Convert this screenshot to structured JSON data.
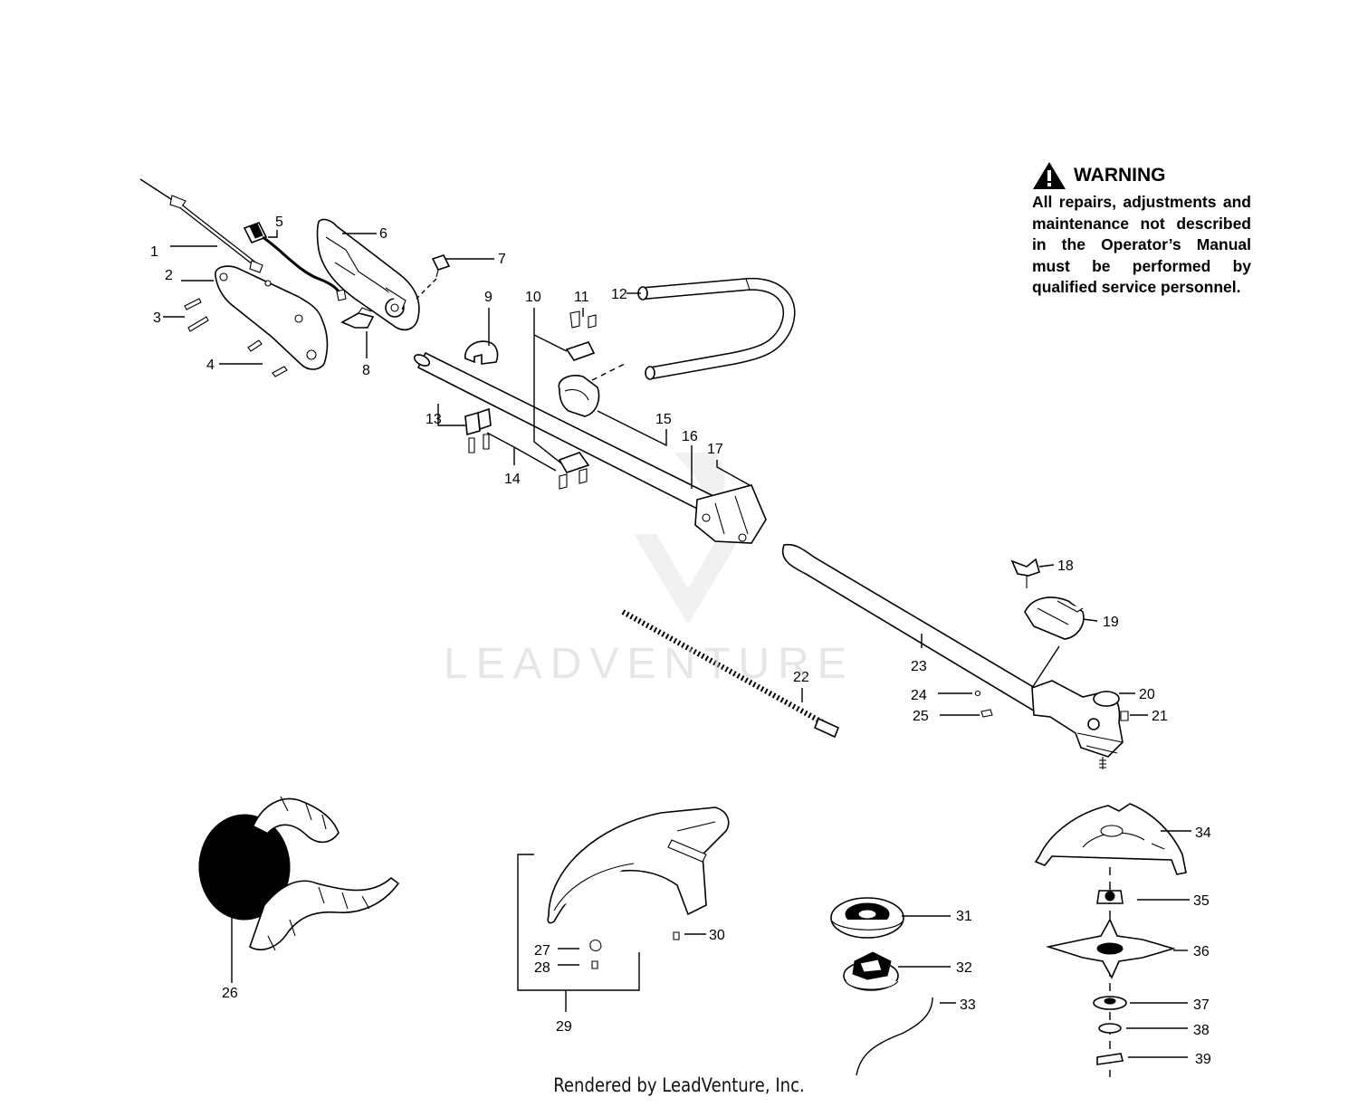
{
  "warning": {
    "title": "WARNING",
    "body": "All repairs, adjustments and maintenance not described in the Operator’s Manual must be performed by qualified service personnel."
  },
  "callouts": [
    "1",
    "2",
    "3",
    "4",
    "5",
    "6",
    "7",
    "8",
    "9",
    "10",
    "11",
    "12",
    "13",
    "14",
    "15",
    "16",
    "17",
    "18",
    "19",
    "20",
    "21",
    "22",
    "23",
    "24",
    "25",
    "26",
    "27",
    "28",
    "29",
    "30",
    "31",
    "32",
    "33",
    "34",
    "35",
    "36",
    "37",
    "38",
    "39"
  ],
  "watermark": "LEADVENTURE",
  "footer": "Rendered by LeadVenture, Inc.",
  "icons": {
    "warning": "warning-triangle-icon",
    "watermark": "leadventure-logo-icon"
  }
}
